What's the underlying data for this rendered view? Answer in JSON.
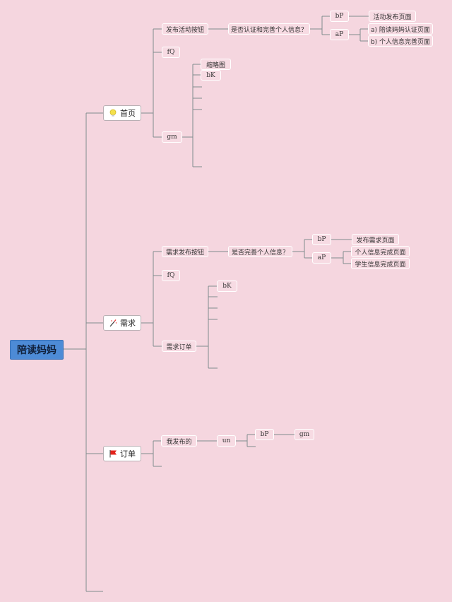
{
  "root": {
    "label": "陪读妈妈"
  },
  "branches": {
    "home": {
      "label": "首页",
      "icon": "bulb-icon"
    },
    "demand": {
      "label": "需求",
      "icon": "wand-icon"
    },
    "order": {
      "label": "订单",
      "icon": "flag-icon"
    }
  },
  "home": {
    "publish_button": "发布活动按钮",
    "auth_question": "是否认证和完善个人信息？",
    "bp": "bP",
    "ap": "aP",
    "activity_page": "活动发布页面",
    "auth_page": "a) 陪读妈妈认证页面",
    "profile_page": "b) 个人信息完善页面",
    "fq": "fQ",
    "gm": "gm",
    "thumbnail": "缩略图",
    "bk": "bK"
  },
  "demand": {
    "publish_button": "需求发布按钮",
    "info_question": "是否完善个人信息？",
    "bp": "bP",
    "ap": "aP",
    "demand_page": "发布需求页面",
    "personal_done": "个人信息完成页面",
    "student_done": "学生信息完成页面",
    "fq": "fQ",
    "orders": "需求订单",
    "bk": "bK"
  },
  "order": {
    "my_published": "我发布的",
    "un": "un",
    "bp": "bP",
    "gm": "gm"
  },
  "colors": {
    "background": "#f5d6df",
    "root": "#4d8bd6",
    "line": "#7f8c8c"
  }
}
